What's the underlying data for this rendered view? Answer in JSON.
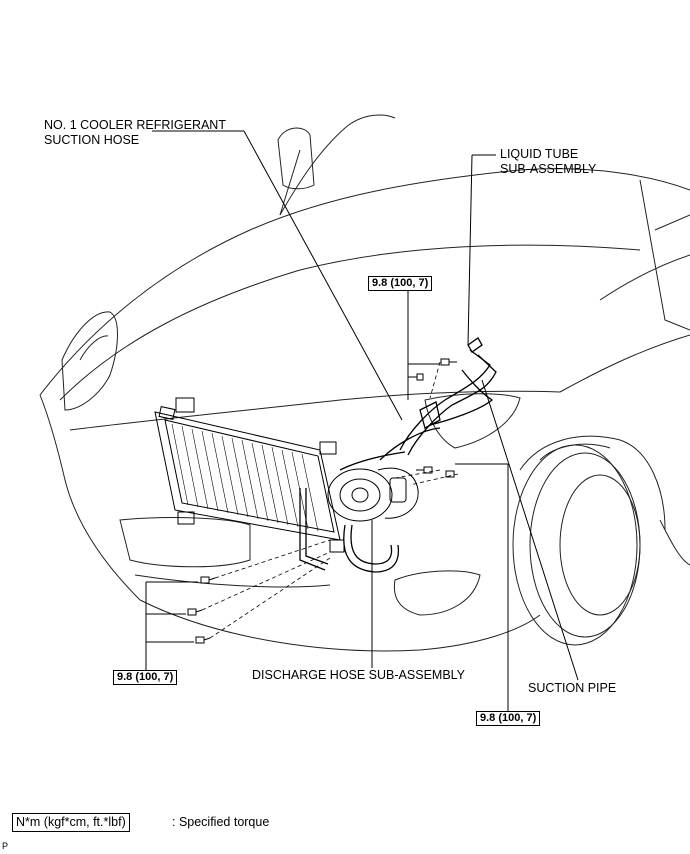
{
  "labels": {
    "suction_hose": "NO. 1 COOLER REFRIGERANT\nSUCTION HOSE",
    "liquid_tube": "LIQUID TUBE\nSUB-ASSEMBLY",
    "discharge_hose": "DISCHARGE HOSE SUB-ASSEMBLY",
    "suction_pipe": "SUCTION PIPE"
  },
  "torques": {
    "upper": "9.8 (100, 7)",
    "left": "9.8 (100, 7)",
    "right": "9.8 (100, 7)"
  },
  "legend": {
    "unit": "N*m (kgf*cm, ft.*lbf)",
    "description": ": Specified torque"
  },
  "figure_code": "P"
}
